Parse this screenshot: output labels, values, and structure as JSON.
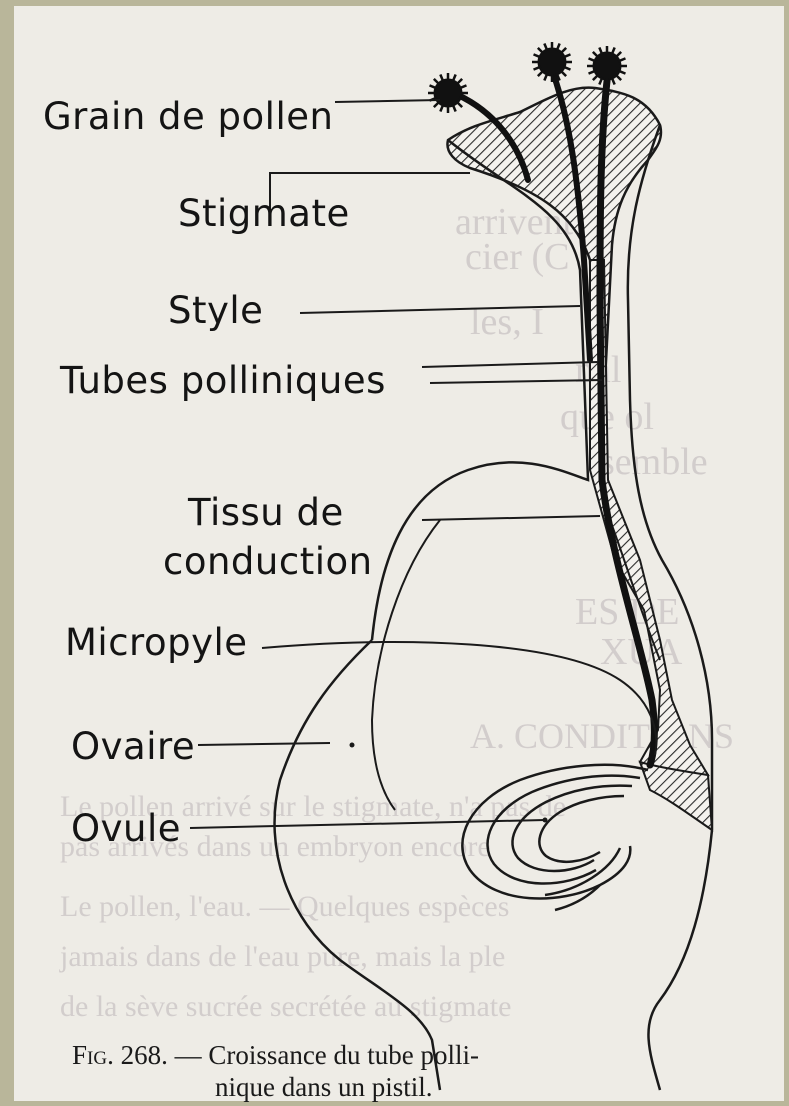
{
  "labels": {
    "pollen_grain": "Grain de pollen",
    "stigma": "Stigmate",
    "style": "Style",
    "pollen_tubes": "Tubes polliniques",
    "conducting_tissue_1": "Tissu de",
    "conducting_tissue_2": "conduction",
    "micropyle": "Micropyle",
    "ovary": "Ovaire",
    "ovule": "Ovule"
  },
  "caption": {
    "fig": "Fig. 268.",
    "dash": " — ",
    "line1": "Croissance du tube polli-",
    "line2": "nique dans un pistil."
  }
}
